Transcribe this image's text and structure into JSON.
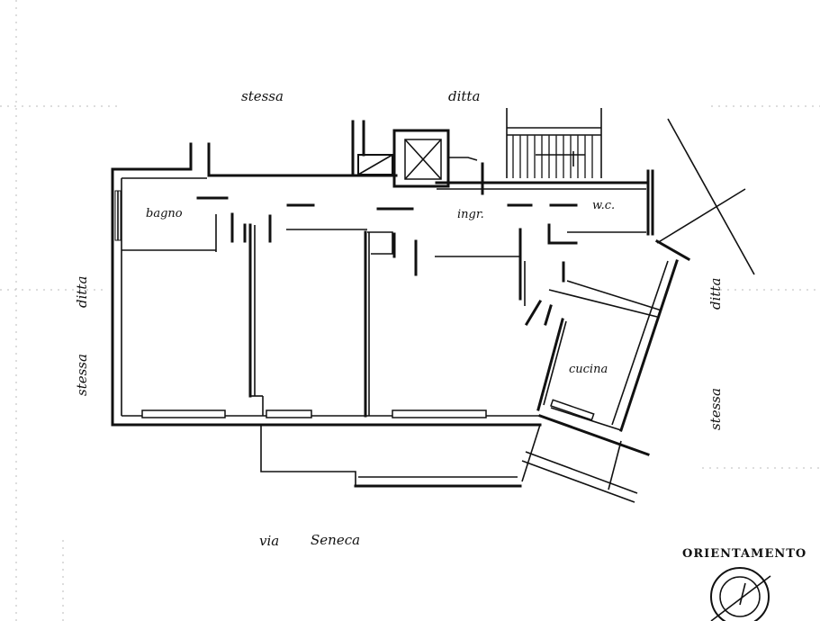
{
  "labels": {
    "top_left": "stessa",
    "top_right": "ditta",
    "left_upper": "ditta",
    "left_lower": "stessa",
    "right_upper": "ditta",
    "right_lower": "stessa",
    "bagno": "bagno",
    "ingresso": "ingr.",
    "wc": "w.c.",
    "cucina": "cucina",
    "street_via": "via",
    "street_name": "Seneca",
    "orientation": "ORIENTAMENTO"
  }
}
